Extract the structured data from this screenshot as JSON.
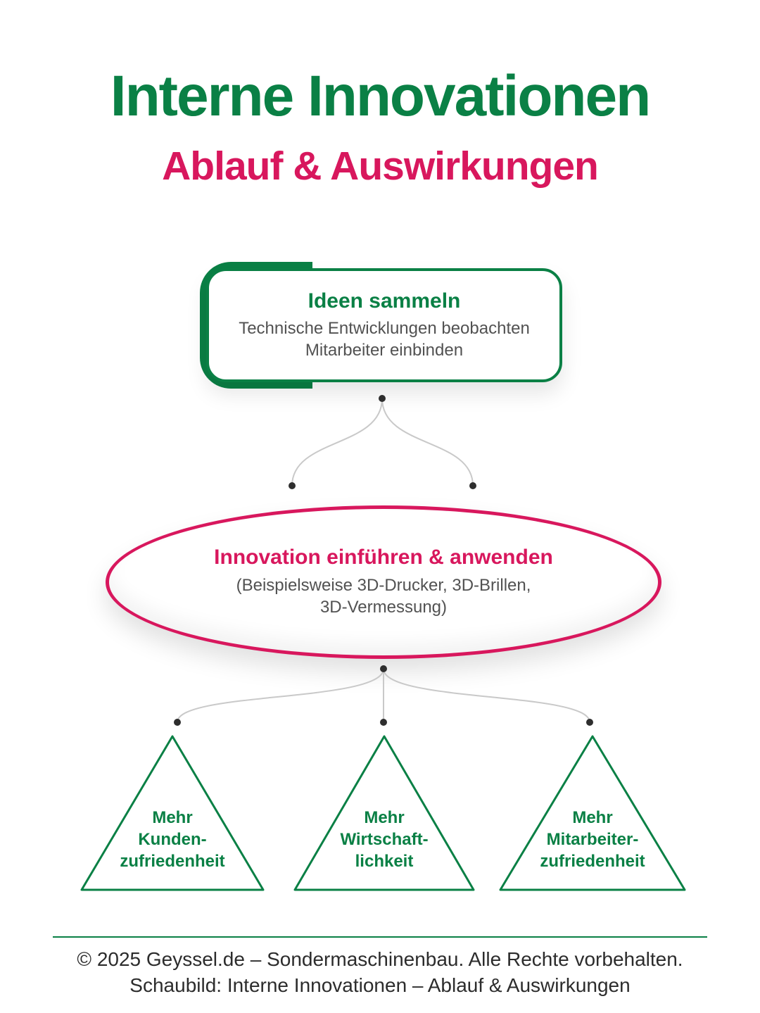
{
  "header": {
    "title": "Interne Innovationen",
    "subtitle": "Ablauf & Auswirkungen"
  },
  "flow": {
    "step1": {
      "title": "Ideen sammeln",
      "line1": "Technische Entwicklungen beobachten",
      "line2": "Mitarbeiter einbinden"
    },
    "step2": {
      "title": "Innovation einführen & anwenden",
      "line1": "(Beispielsweise 3D-Drucker, 3D-Brillen,",
      "line2": "3D-Vermessung)"
    },
    "outcomes": [
      {
        "label": "Mehr\nKunden-\nzufriedenheit"
      },
      {
        "label": "Mehr\nWirtschaft-\nlichkeit"
      },
      {
        "label": "Mehr\nMitarbeiter-\nzufriedenheit"
      }
    ]
  },
  "footer": {
    "line1": "© 2025 Geyssel.de – Sondermaschinenbau. Alle Rechte vorbehalten.",
    "line2": "Schaubild: Interne Innovationen – Ablauf & Auswirkungen"
  },
  "colors": {
    "green": "#0a8045",
    "pink": "#d8175d",
    "gray_text": "#525252",
    "connector_gray": "#c9c9c9"
  }
}
